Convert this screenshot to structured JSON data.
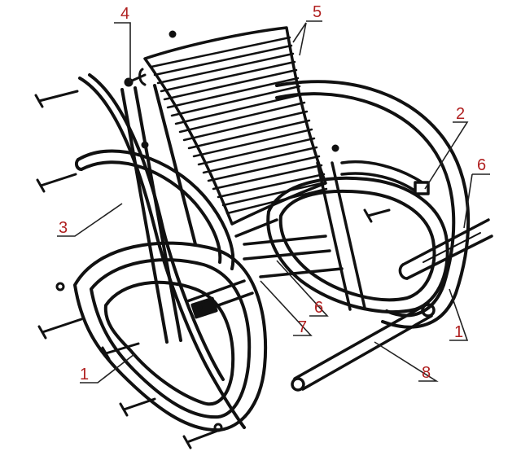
{
  "labels": [
    {
      "id": "frame-side-left",
      "text": "1"
    },
    {
      "id": "frame-side-right",
      "text": "1"
    },
    {
      "id": "armrest-bracket",
      "text": "2"
    },
    {
      "id": "armrest",
      "text": "3"
    },
    {
      "id": "back-pivot-bolt",
      "text": "4"
    },
    {
      "id": "back-slats",
      "text": "5"
    },
    {
      "id": "crossbar-top",
      "text": "6"
    },
    {
      "id": "crossbar-middle",
      "text": "6"
    },
    {
      "id": "seat-support",
      "text": "7"
    },
    {
      "id": "bottom-rod",
      "text": "8"
    }
  ]
}
